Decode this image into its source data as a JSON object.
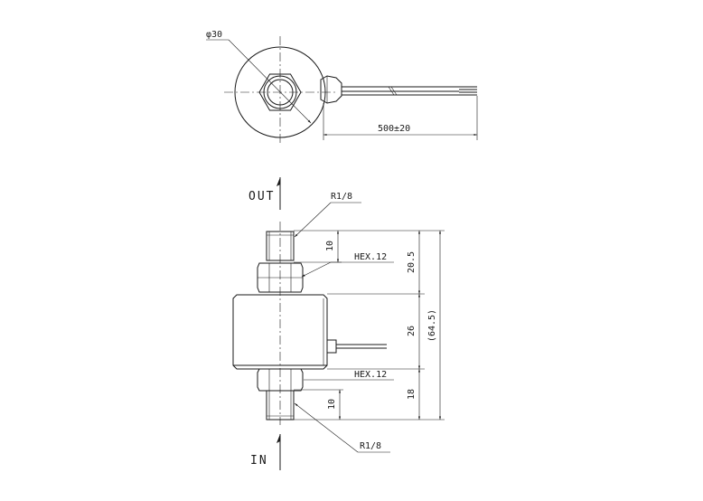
{
  "labels": {
    "dia": "φ30",
    "length": "500±20",
    "out": "OUT",
    "in": "IN",
    "thread_top": "R1/8",
    "thread_bottom": "R1/8",
    "hex_top": "HEX.12",
    "hex_bottom": "HEX.12",
    "dim_10_top": "10",
    "dim_20_5": "20.5",
    "dim_26": "26",
    "dim_18": "18",
    "dim_10_bottom": "10",
    "dim_total": "(64.5)"
  }
}
